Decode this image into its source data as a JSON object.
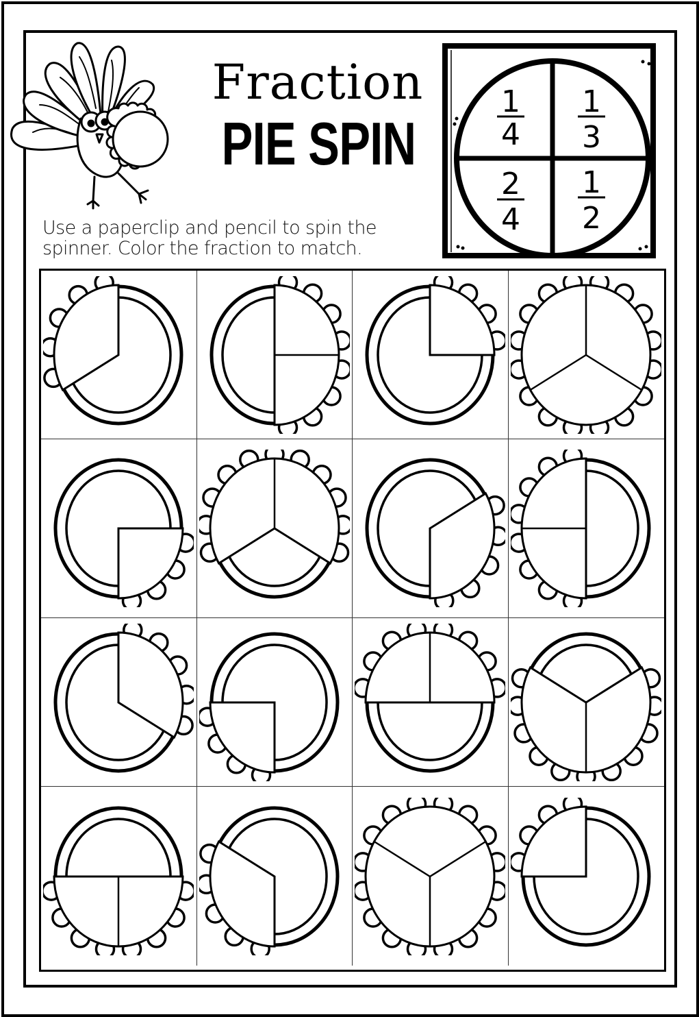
{
  "worksheet": {
    "title_line1": "Fraction",
    "title_line2": "PIE SPIN",
    "instructions": "Use a paperclip and pencil to spin the spinner. Color the fraction to match."
  },
  "spinner": {
    "sections": [
      {
        "position": "top-left",
        "numerator": "1",
        "denominator": "4"
      },
      {
        "position": "top-right",
        "numerator": "1",
        "denominator": "3"
      },
      {
        "position": "bottom-left",
        "numerator": "2",
        "denominator": "4"
      },
      {
        "position": "bottom-right",
        "numerator": "1",
        "denominator": "2"
      }
    ]
  },
  "pies": [
    {
      "row": 1,
      "col": 1,
      "fraction": "1/3",
      "start": 240,
      "end": 360
    },
    {
      "row": 1,
      "col": 2,
      "fraction": "2/4",
      "start": 0,
      "end": 180,
      "split": 90
    },
    {
      "row": 1,
      "col": 3,
      "fraction": "1/4",
      "start": 0,
      "end": 90
    },
    {
      "row": 1,
      "col": 4,
      "fraction": "3/3",
      "start": 0,
      "end": 360,
      "cuts": [
        0,
        120,
        240
      ]
    },
    {
      "row": 2,
      "col": 1,
      "fraction": "1/4",
      "start": 90,
      "end": 180
    },
    {
      "row": 2,
      "col": 2,
      "fraction": "2/3",
      "start": 240,
      "end": 480,
      "split": 0
    },
    {
      "row": 2,
      "col": 3,
      "fraction": "1/3",
      "start": 60,
      "end": 180
    },
    {
      "row": 2,
      "col": 4,
      "fraction": "2/4",
      "start": 180,
      "end": 360,
      "split": 270
    },
    {
      "row": 3,
      "col": 1,
      "fraction": "1/3",
      "start": 0,
      "end": 120
    },
    {
      "row": 3,
      "col": 2,
      "fraction": "1/4",
      "start": 180,
      "end": 270
    },
    {
      "row": 3,
      "col": 3,
      "fraction": "2/4",
      "start": 270,
      "end": 450,
      "split": 0
    },
    {
      "row": 3,
      "col": 4,
      "fraction": "2/3",
      "start": 60,
      "end": 300,
      "split": 180
    },
    {
      "row": 4,
      "col": 1,
      "fraction": "2/4",
      "start": 90,
      "end": 270,
      "split": 180
    },
    {
      "row": 4,
      "col": 2,
      "fraction": "1/3",
      "start": 180,
      "end": 300
    },
    {
      "row": 4,
      "col": 3,
      "fraction": "3/3",
      "start": 0,
      "end": 360,
      "cuts": [
        60,
        180,
        300
      ]
    },
    {
      "row": 4,
      "col": 4,
      "fraction": "1/4",
      "start": 270,
      "end": 360
    }
  ],
  "colors": {
    "ink": "#000000",
    "paper": "#ffffff"
  }
}
